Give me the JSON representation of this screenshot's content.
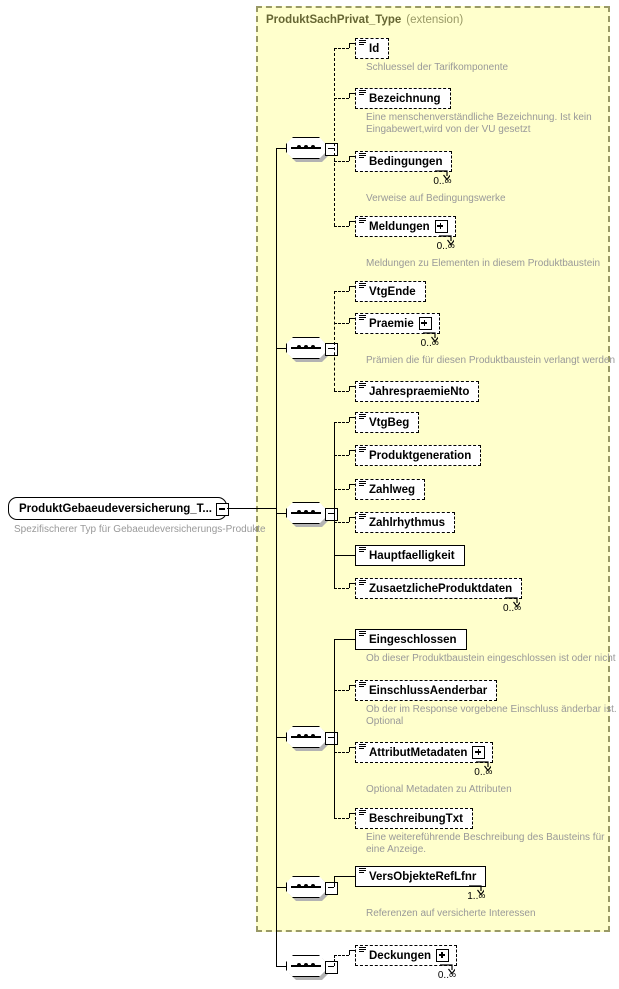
{
  "diagram": {
    "type": "xsd-schema-tree",
    "root": {
      "label": "ProduktGebaeudeversicherung_T...",
      "description": "Spezifischerer Typ für Gebaeudeversicherungs-Produkte",
      "collapse_icon": "minus-box-icon"
    },
    "extension_container": {
      "title": "ProduktSachPrivat_Type",
      "kind": "(extension)",
      "background": "#ffffcc",
      "border_color": "#999966"
    },
    "sequence_icon_name": "sequence-compositor-icon",
    "groups": [
      {
        "name": "sequence-group-1",
        "elements": [
          {
            "label": "Id",
            "occurrence": "",
            "required": false,
            "expandable": false,
            "repeating": false,
            "description": "Schluessel der Tarifkomponente"
          },
          {
            "label": "Bezeichnung",
            "occurrence": "",
            "required": false,
            "expandable": false,
            "repeating": false,
            "description": "Eine menschenverständliche Bezeichnung. Ist kein\nEingabewert,wird von der VU gesetzt"
          },
          {
            "label": "Bedingungen",
            "occurrence": "0..∞",
            "required": false,
            "expandable": false,
            "repeating": true,
            "description": "Verweise auf Bedingungswerke"
          },
          {
            "label": "Meldungen",
            "occurrence": "0..∞",
            "required": false,
            "expandable": true,
            "repeating": true,
            "description": "Meldungen zu Elementen in diesem Produktbaustein"
          }
        ]
      },
      {
        "name": "sequence-group-2",
        "elements": [
          {
            "label": "VtgEnde",
            "occurrence": "",
            "required": false,
            "expandable": false,
            "repeating": false,
            "description": ""
          },
          {
            "label": "Praemie",
            "occurrence": "0..∞",
            "required": false,
            "expandable": true,
            "repeating": true,
            "description": "Prämien die für diesen Produktbaustein verlangt werden"
          },
          {
            "label": "JahrespraemieNto",
            "occurrence": "",
            "required": false,
            "expandable": false,
            "repeating": false,
            "description": ""
          }
        ]
      },
      {
        "name": "sequence-group-3",
        "elements": [
          {
            "label": "VtgBeg",
            "occurrence": "",
            "required": false,
            "expandable": false,
            "repeating": false,
            "description": ""
          },
          {
            "label": "Produktgeneration",
            "occurrence": "",
            "required": false,
            "expandable": false,
            "repeating": false,
            "description": ""
          },
          {
            "label": "Zahlweg",
            "occurrence": "",
            "required": false,
            "expandable": false,
            "repeating": false,
            "description": ""
          },
          {
            "label": "Zahlrhythmus",
            "occurrence": "",
            "required": false,
            "expandable": false,
            "repeating": false,
            "description": ""
          },
          {
            "label": "Hauptfaelligkeit",
            "occurrence": "",
            "required": true,
            "expandable": false,
            "repeating": false,
            "description": ""
          },
          {
            "label": "ZusaetzlicheProduktdaten",
            "occurrence": "0..∞",
            "required": false,
            "expandable": false,
            "repeating": true,
            "description": ""
          }
        ]
      },
      {
        "name": "sequence-group-4",
        "elements": [
          {
            "label": "Eingeschlossen",
            "occurrence": "",
            "required": true,
            "expandable": false,
            "repeating": false,
            "description": "Ob dieser Produktbaustein eingeschlossen ist oder nicht"
          },
          {
            "label": "EinschlussAenderbar",
            "occurrence": "",
            "required": false,
            "expandable": false,
            "repeating": false,
            "description": "Ob der im Response vorgebene Einschluss änderbar ist.\nOptional"
          },
          {
            "label": "AttributMetadaten",
            "occurrence": "0..∞",
            "required": false,
            "expandable": true,
            "repeating": true,
            "description": "Optional Metadaten zu Attributen"
          },
          {
            "label": "BeschreibungTxt",
            "occurrence": "",
            "required": false,
            "expandable": false,
            "repeating": false,
            "description": "Eine weitereführende Beschreibung des Bausteins für\neine Anzeige."
          }
        ]
      },
      {
        "name": "sequence-group-5",
        "elements": [
          {
            "label": "VersObjekteRefLfnr",
            "occurrence": "1..∞",
            "required": true,
            "expandable": false,
            "repeating": true,
            "description": "Referenzen auf versicherte Interessen"
          }
        ]
      },
      {
        "name": "sequence-group-6",
        "elements": [
          {
            "label": "Deckungen",
            "occurrence": "0..∞",
            "required": false,
            "expandable": true,
            "repeating": true,
            "description": ""
          }
        ]
      }
    ]
  }
}
